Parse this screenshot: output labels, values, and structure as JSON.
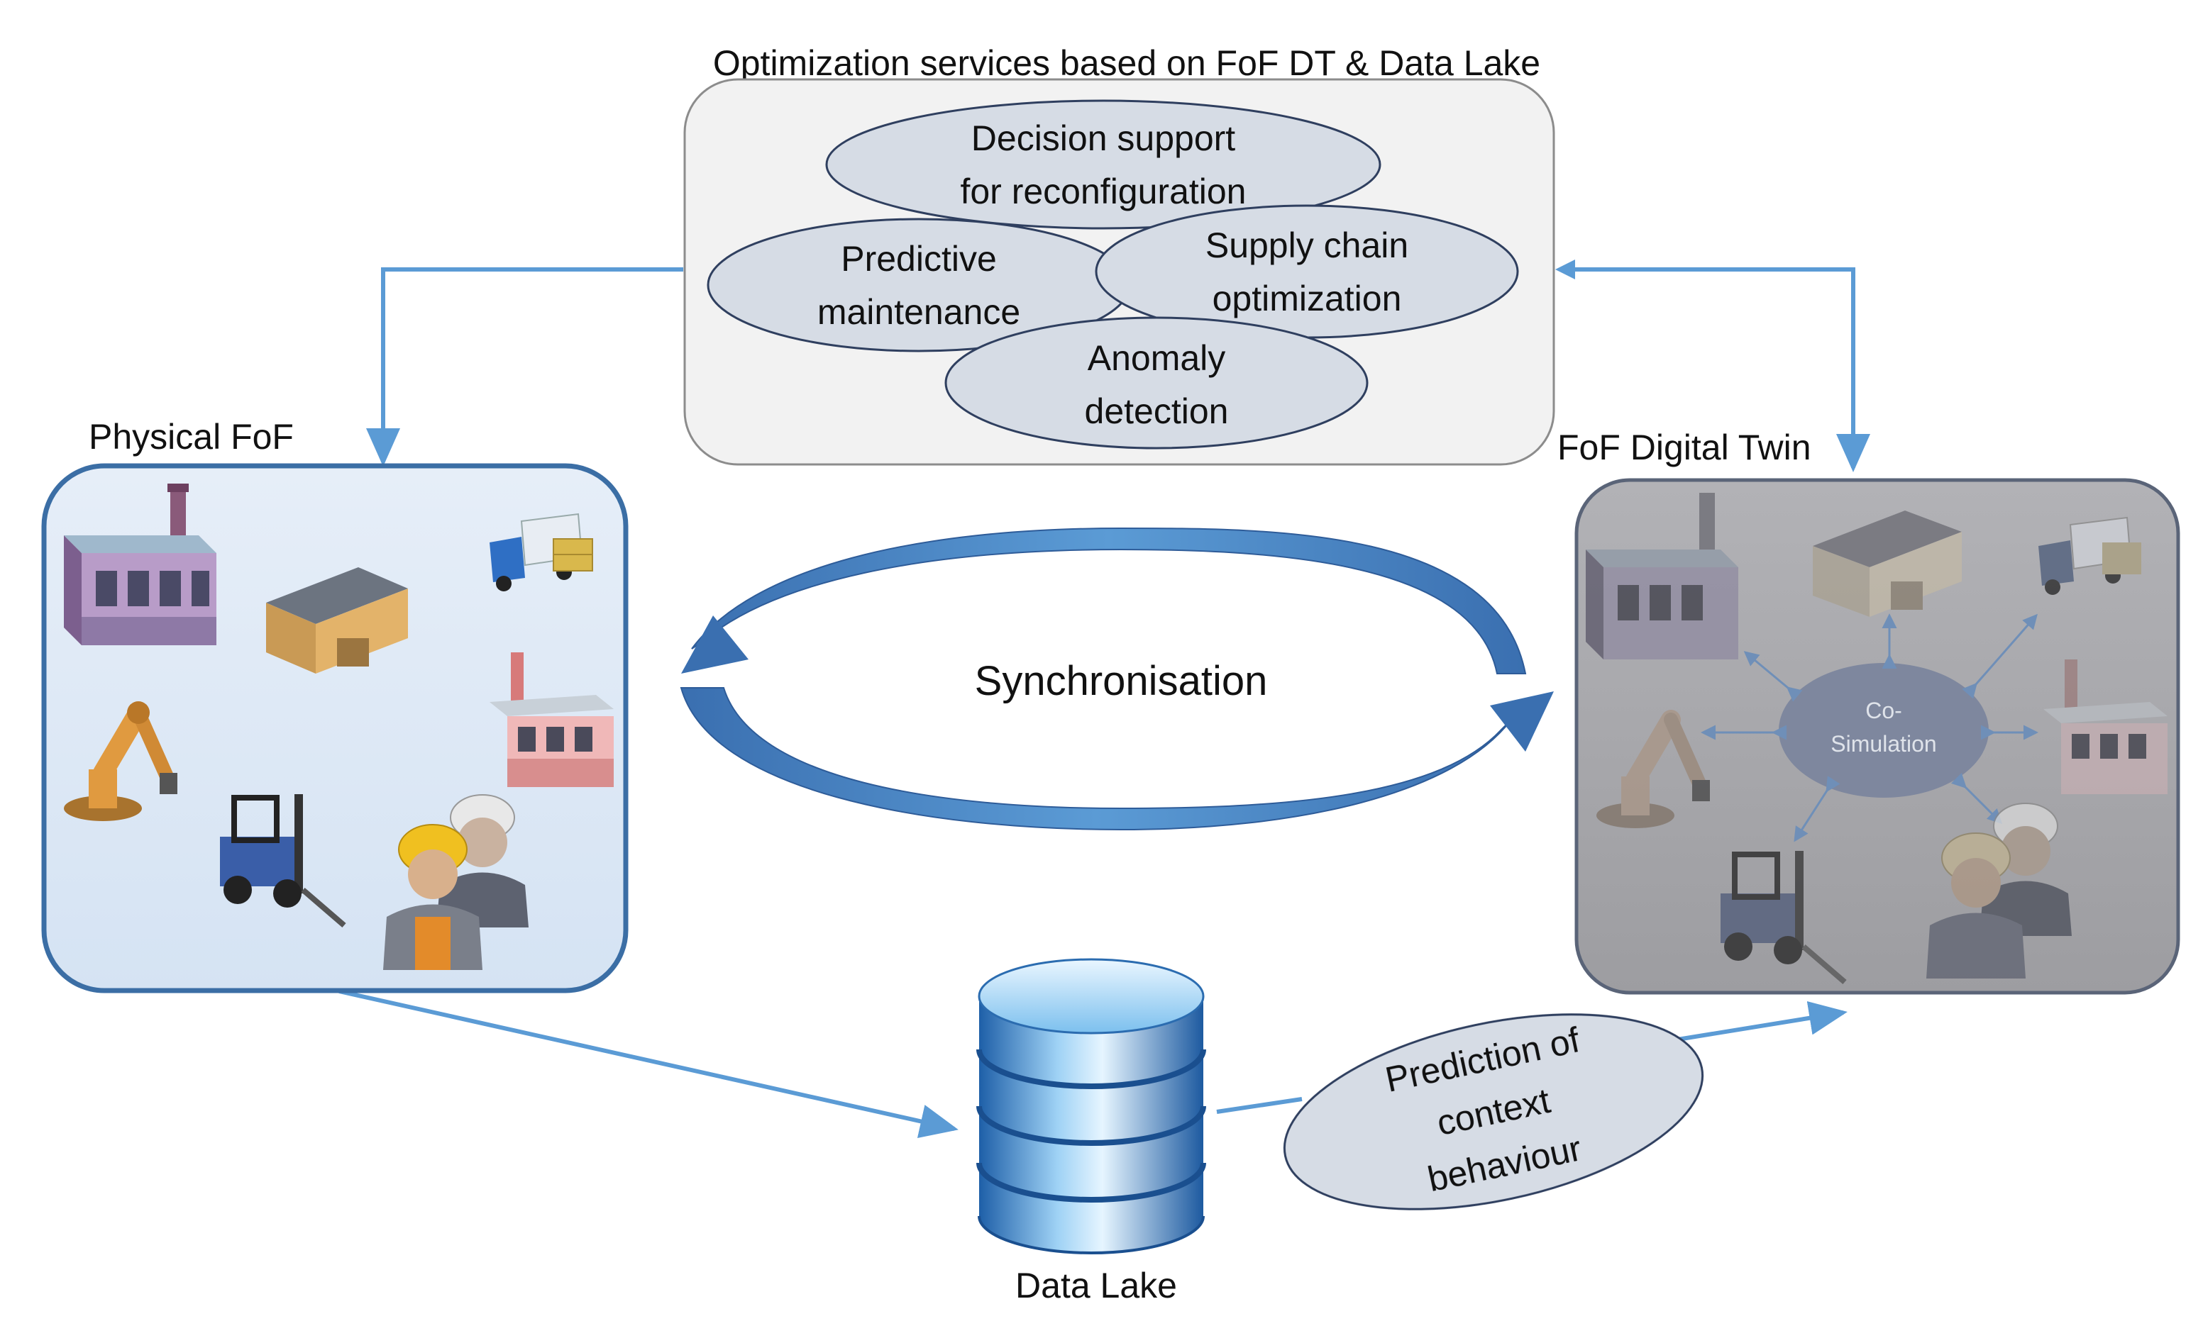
{
  "services": {
    "title": "Optimization services based on FoF DT & Data Lake",
    "items": [
      {
        "line1": "Decision support",
        "line2": "for reconfiguration"
      },
      {
        "line1": "Predictive",
        "line2": "maintenance"
      },
      {
        "line1": "Supply chain",
        "line2": "optimization"
      },
      {
        "line1": "Anomaly",
        "line2": "detection"
      }
    ]
  },
  "physical": {
    "title": "Physical FoF",
    "icons": [
      "factory-icon",
      "warehouse-icon",
      "truck-icon",
      "small-factory-icon",
      "robot-arm-icon",
      "forklift-icon",
      "workers-icon"
    ]
  },
  "twin": {
    "title": "FoF Digital Twin",
    "cosim": {
      "line1": "Co-",
      "line2": "Simulation"
    },
    "icons": [
      "factory-icon",
      "warehouse-icon",
      "truck-icon",
      "small-factory-icon",
      "robot-arm-icon",
      "forklift-icon",
      "workers-icon"
    ]
  },
  "sync": {
    "label": "Synchronisation"
  },
  "datalake": {
    "label": "Data Lake"
  },
  "prediction": {
    "line1": "Prediction of",
    "line2": "context",
    "line3": "behaviour"
  },
  "colors": {
    "arrow": "#5b9bd5",
    "ellipse_fill": "#d6dce5",
    "ellipse_stroke": "#2f3f5f",
    "physical_fill": "#dee9f6",
    "physical_stroke": "#3b6ea5",
    "twin_fill": "#a6a6aa",
    "services_fill": "#f2f2f2"
  }
}
